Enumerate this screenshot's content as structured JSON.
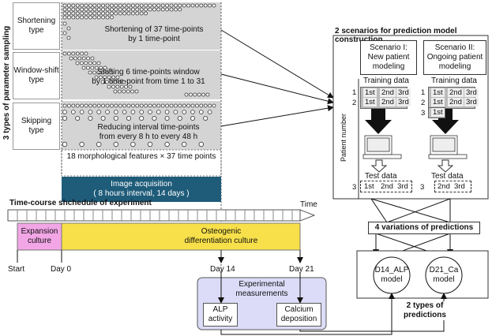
{
  "side_label": "3 types of parameter sampling",
  "types": [
    {
      "label": "Shortening\ntype",
      "desc": "Shortening of 37 time-points\nby 1 time-point"
    },
    {
      "label": "Window-shift\ntype",
      "desc": "Shifting 6 time-points window\nby 1 time-point from time 1 to 31"
    },
    {
      "label": "Skipping\ntype",
      "desc": "Reducing interval time-points\nfrom every 8 h to every 48 h"
    }
  ],
  "features_note": "18 morphological features × 37 time points",
  "image_acquisition": "Image acquisition\n( 8 hours interval, 14 days )",
  "timecourse_title": "Time-course shchedule of experiment",
  "time_label": "Time",
  "expansion": "Expansion\nculture",
  "osteogenic": "Osteogenic\ndifferentiation culture",
  "days": {
    "start": "Start",
    "day0": "Day 0",
    "day14": "Day 14",
    "day21": "Day 21"
  },
  "experimental": {
    "title": "Experimental\nmeasurements",
    "alp": "ALP\nactivity",
    "calcium": "Calcium\ndeposition"
  },
  "scenarios_title": "2 scenarios for prediction model construction",
  "scenario1": "Scenario I:\nNew patient\nmodeling",
  "scenario2": "Scenario II:\nOngoing patient\nmodeling",
  "training_data": "Training data",
  "test_data": "Test data",
  "patient_number": "Patient  number",
  "batches": {
    "b1": "1st",
    "b2": "2nd",
    "b3": "3rd"
  },
  "row_nums": {
    "n1": "1",
    "n2": "2",
    "n3": "3"
  },
  "variations": "4 variations of predictions",
  "model1": "D14_ALP\nmodel",
  "model2": "D21_Ca\nmodel",
  "pred_types": "2 types of\npredictions",
  "colors": {
    "panel_gray": "#d4d4d4",
    "acq_blue": "#1f5c7a",
    "expansion_pink": "#f2a6e6",
    "osteo_yellow": "#f7e04a",
    "exp_box": "#dcdcf8"
  }
}
